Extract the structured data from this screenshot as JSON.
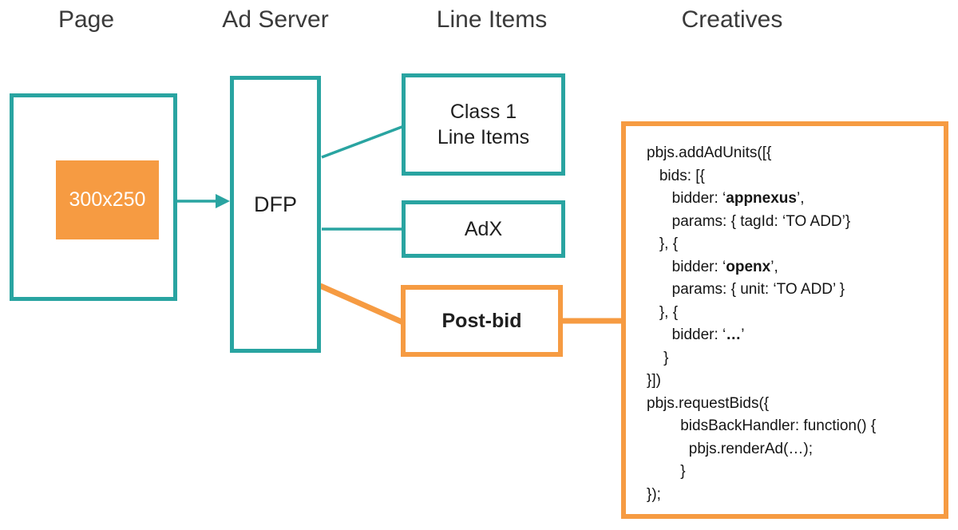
{
  "colors": {
    "teal": "#29A4A1",
    "orange": "#F69B42",
    "heading_text": "#3A3A3A",
    "label_text": "#1F1F1F",
    "slot_text": "#FFFFFF",
    "background": "#FFFFFF"
  },
  "column_headers": {
    "page": "Page",
    "ad_server": "Ad Server",
    "line_items": "Line Items",
    "creatives": "Creatives"
  },
  "nodes": {
    "ad_slot": {
      "label": "300x250"
    },
    "ad_server": {
      "label": "DFP"
    },
    "class1_line_items": {
      "line1": "Class 1",
      "line2": "Line Items"
    },
    "adx": {
      "label": "AdX"
    },
    "post_bid": {
      "label": "Post-bid"
    }
  },
  "creatives_code": {
    "lines": [
      {
        "parts": [
          {
            "text": "pbjs.addAdUnits([{"
          }
        ]
      },
      {
        "parts": [
          {
            "text": "   bids: [{"
          }
        ]
      },
      {
        "parts": [
          {
            "text": "      bidder: ‘"
          },
          {
            "text": "appnexus",
            "bold": true
          },
          {
            "text": "’,"
          }
        ]
      },
      {
        "parts": [
          {
            "text": "      params: { tagId: ‘TO ADD’}"
          }
        ]
      },
      {
        "parts": [
          {
            "text": "   }, {"
          }
        ]
      },
      {
        "parts": [
          {
            "text": "      bidder: ‘"
          },
          {
            "text": "openx",
            "bold": true
          },
          {
            "text": "’,"
          }
        ]
      },
      {
        "parts": [
          {
            "text": "      params: { unit: ‘TO ADD’ }"
          }
        ]
      },
      {
        "parts": [
          {
            "text": "   }, {"
          }
        ]
      },
      {
        "parts": [
          {
            "text": "      bidder: ‘"
          },
          {
            "text": "…",
            "bold": true
          },
          {
            "text": "’"
          }
        ]
      },
      {
        "parts": [
          {
            "text": "    }"
          }
        ]
      },
      {
        "parts": [
          {
            "text": "}])"
          }
        ]
      },
      {
        "parts": [
          {
            "text": "pbjs.requestBids({"
          }
        ]
      },
      {
        "parts": [
          {
            "text": "        bidsBackHandler: function() {"
          }
        ]
      },
      {
        "parts": [
          {
            "text": "          pbjs.renderAd(…);"
          }
        ]
      },
      {
        "parts": [
          {
            "text": "        }"
          }
        ]
      },
      {
        "parts": [
          {
            "text": "});"
          }
        ]
      }
    ]
  }
}
